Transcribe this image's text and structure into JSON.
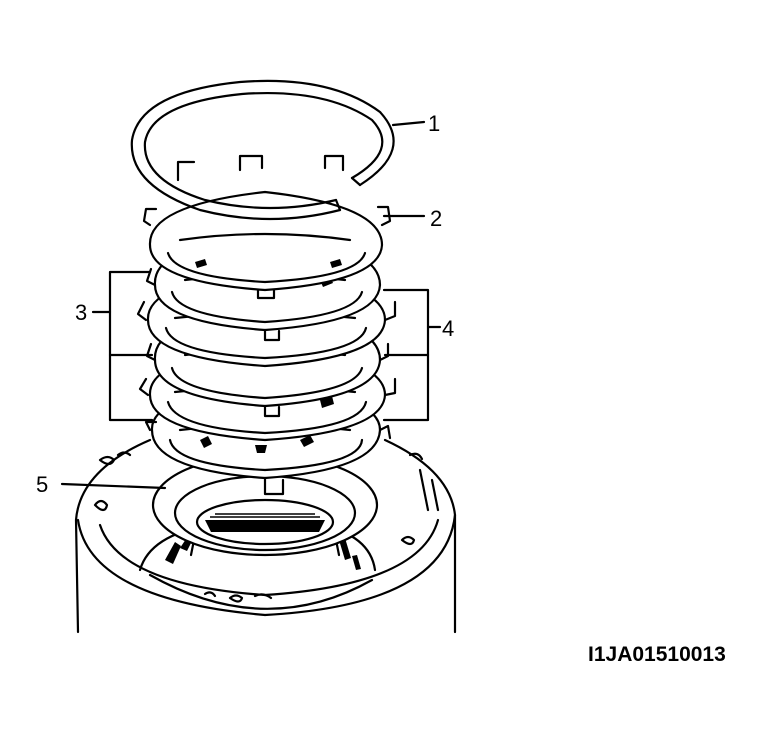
{
  "figure": {
    "callouts": [
      {
        "id": "1",
        "text": "1"
      },
      {
        "id": "2",
        "text": "2"
      },
      {
        "id": "3",
        "text": "3"
      },
      {
        "id": "4",
        "text": "4"
      },
      {
        "id": "5",
        "text": "5"
      }
    ],
    "image_code": "I1JA01510013"
  }
}
